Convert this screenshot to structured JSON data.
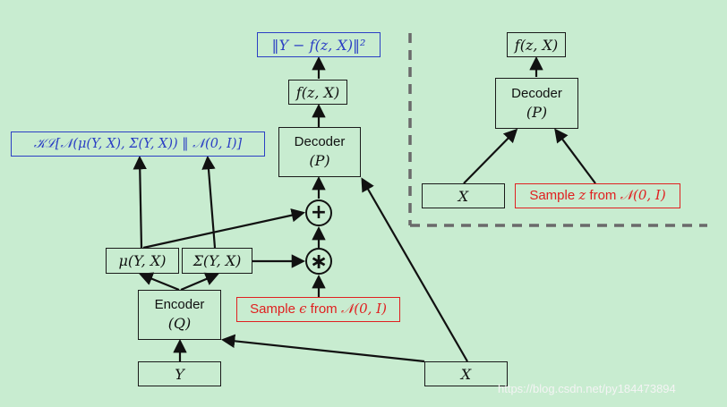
{
  "left": {
    "loss_recon": "‖Y − f(z, X)‖²",
    "loss_kl": "𝒦ℒ[𝒩(μ(Y, X), Σ(Y, X)) ‖ 𝒩(0, I)]",
    "decoder_output": "f(z, X)",
    "decoder_title": "Decoder",
    "decoder_sub": "(P)",
    "plus_symbol": "+",
    "mult_symbol": "∗",
    "mu_label": "μ(Y, X)",
    "sigma_label": "Σ(Y, X)",
    "encoder_title": "Encoder",
    "encoder_sub": "(Q)",
    "sample_prefix": "Sample ",
    "sample_var": "ϵ",
    "sample_from": " from ",
    "sample_dist": "𝒩(0, I)",
    "input_y": "Y",
    "input_x": "X"
  },
  "right": {
    "decoder_output": "f(z, X)",
    "decoder_title": "Decoder",
    "decoder_sub": "(P)",
    "input_x": "X",
    "sample_prefix": "Sample ",
    "sample_var": "z",
    "sample_from": " from ",
    "sample_dist": "𝒩(0, I)"
  },
  "watermark": "https://blog.csdn.net/py184473894",
  "colors": {
    "background": "#c8ecd0",
    "loss": "#2b3fc4",
    "sample": "#e02020",
    "stroke": "#111111",
    "divider": "#6a6a6a"
  }
}
